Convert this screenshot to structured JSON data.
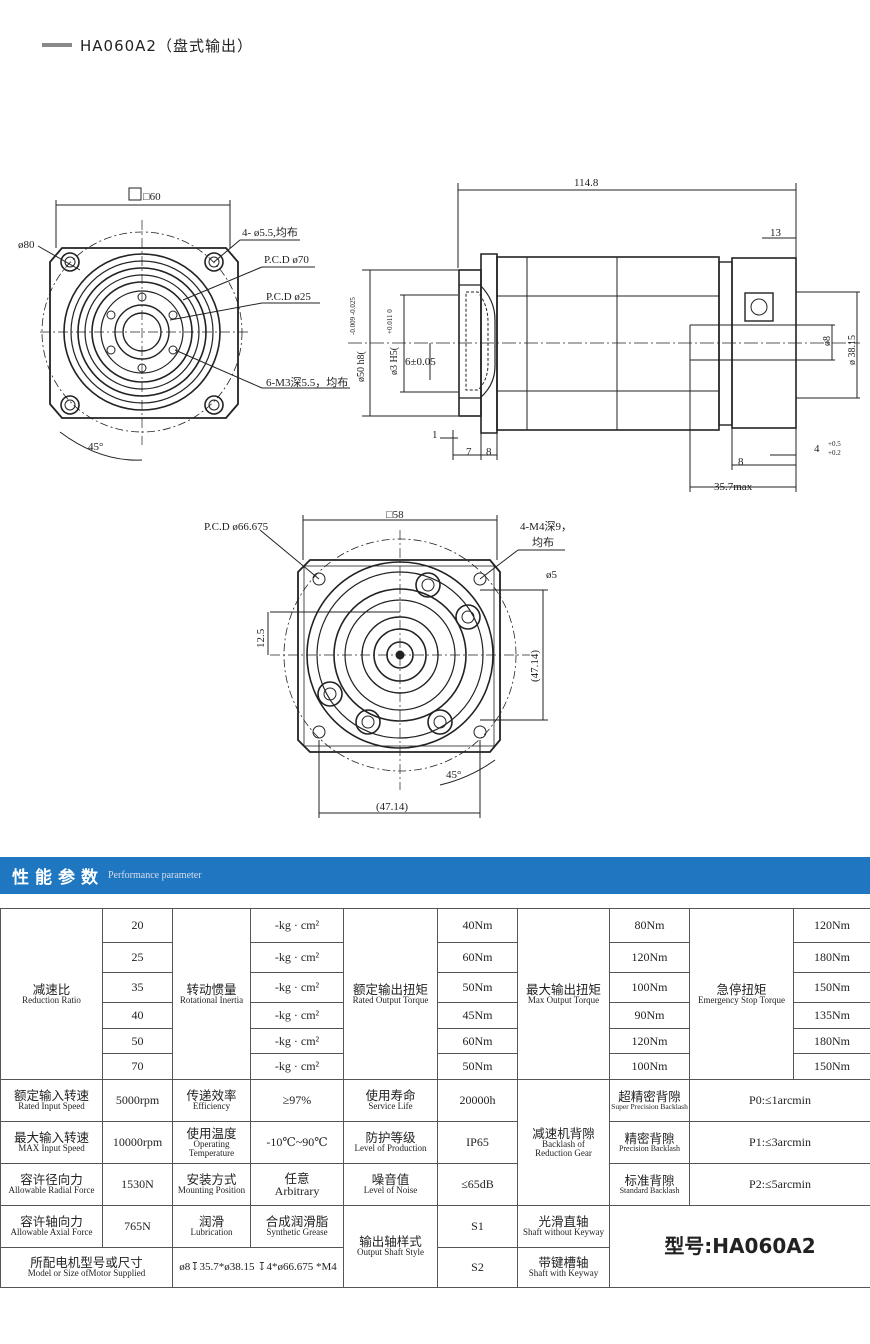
{
  "header": {
    "title": "HA060A2（盘式输出）"
  },
  "drawings": {
    "front": {
      "square": "□60",
      "dia80": "ø80",
      "holes": "4- ø5.5,均布",
      "pcd70": "P.C.D ø70",
      "pcd25": "P.C.D ø25",
      "m3": "6-M3深5.5，均布",
      "angle": "45°"
    },
    "side": {
      "len": "114.8",
      "d13": "13",
      "d1": "1",
      "d7": "7",
      "d8a": "8",
      "d8b": "8",
      "d35": "35.7max",
      "d4": "4",
      "tol1": "+0.5",
      "tol2": "+0.2",
      "dia50": "ø50 h8(",
      "tol50": "-0.009 -0.025",
      ")": ")",
      "dia3": "ø3 H5(",
      "tol3": "+0.011 0",
      "d6": "6±0.05",
      "dia8": "ø8",
      "dia38": "ø 38.15"
    },
    "rear": {
      "pcd": "P.C.D ø66.675",
      "sq58": "□58",
      "m4": "4-M4深9，",
      "uni": "均布",
      "d5": "ø5",
      "d125": "12.5",
      "d4714a": "(47.14)",
      "d4714b": "(47.14)",
      "angle": "45°"
    }
  },
  "band": {
    "cn": "性能参数",
    "en": "Performance parameter"
  },
  "table": {
    "ratio_cn": "减速比",
    "ratio_en": "Reduction Ratio",
    "ratios": [
      "20",
      "25",
      "35",
      "40",
      "50",
      "70"
    ],
    "inertia_cn": "转动惯量",
    "inertia_en": "Rotational Inertia",
    "inertia_unit": "-kg · cm²",
    "rated_cn": "额定输出扭矩",
    "rated_en": "Rated Output Torque",
    "rated": [
      "40Nm",
      "60Nm",
      "50Nm",
      "45Nm",
      "60Nm",
      "50Nm"
    ],
    "max_cn": "最大输出扭矩",
    "max_en": "Max Output Torque",
    "max": [
      "80Nm",
      "120Nm",
      "100Nm",
      "90Nm",
      "120Nm",
      "100Nm"
    ],
    "estop_cn": "急停扭矩",
    "estop_en": "Emergency Stop",
    "estop_en2": "Torque",
    "estop": [
      "120Nm",
      "180Nm",
      "150Nm",
      "135Nm",
      "180Nm",
      "150Nm"
    ],
    "rows": [
      {
        "a_cn": "额定输入转速",
        "a_en": "Rated Input Speed",
        "a_v": "5000rpm",
        "b_cn": "传递效率",
        "b_en": "Efficiency",
        "b_v": "≥97%",
        "c_cn": "使用寿命",
        "c_en": "Service Life",
        "c_v": "20000h"
      },
      {
        "a_cn": "最大输入转速",
        "a_en": "MAX Input Speed",
        "a_v": "10000rpm",
        "b_cn": "使用温度",
        "b_en": "Operating Temperature",
        "b_v": "-10℃~90℃",
        "c_cn": "防护等级",
        "c_en": "Level of Production",
        "c_v": "IP65"
      },
      {
        "a_cn": "容许径向力",
        "a_en": "Allowable Radial Force",
        "a_v": "1530N",
        "b_cn": "安装方式",
        "b_en": "Mounting Position",
        "b_v_cn": "任意",
        "b_v_en": "Arbitrary",
        "c_cn": "噪音值",
        "c_en": "Level of Noise",
        "c_v": "≤65dB"
      },
      {
        "a_cn": "容许轴向力",
        "a_en": "Allowable Axial Force",
        "a_v": "765N",
        "b_cn": "润滑",
        "b_en": "Lubrication",
        "b_v_cn": "合成润滑脂",
        "b_v_en": "Synthetic Grease"
      }
    ],
    "backlash_cn": "减速机背隙",
    "backlash_en1": "Backlash of",
    "backlash_en2": "Reduction Gear",
    "bl": [
      {
        "cn": "超精密背隙",
        "en": "Super Precision Backlash",
        "v": "P0:≤1arcmin"
      },
      {
        "cn": "精密背隙",
        "en": "Precision Backlash",
        "v": "P1:≤3arcmin"
      },
      {
        "cn": "标准背隙",
        "en": "Standard Backlash",
        "v": "P2:≤5arcmin"
      }
    ],
    "shaft_cn": "输出轴样式",
    "shaft_en": "Output Shaft Style",
    "s1": "S1",
    "s1_cn": "光滑直轴",
    "s1_en": "Shaft without",
    "s1_en2": "Keyway",
    "s2": "S2",
    "s2_cn": "带键槽轴",
    "s2_en": "Shaft with Keyway",
    "motor_cn": "所配电机型号或尺寸",
    "motor_en": "Model or Size ofMotor Supplied",
    "motor_v": "ø8↧35.7*ø38.15 ↧4*ø66.675 *M4",
    "model": "型号:HA060A2"
  }
}
